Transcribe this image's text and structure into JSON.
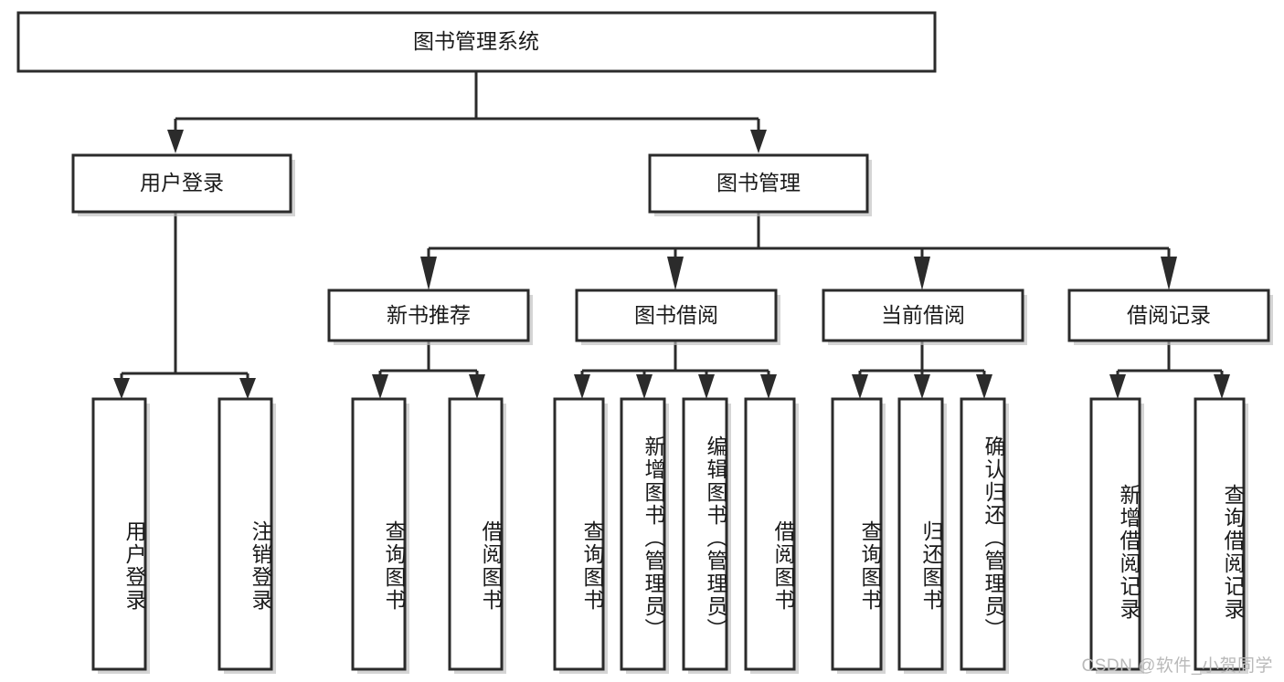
{
  "diagram": {
    "type": "tree-hierarchy-chart",
    "title": "图书管理系统",
    "colors": {
      "box_stroke": "#2b2b2b",
      "box_fill": "#ffffff",
      "connector": "#2b2b2b",
      "shadow": "#bfbfbf",
      "text": "#1a1a1a",
      "watermark": "#b9b9b9"
    },
    "root": {
      "label": "图书管理系统"
    },
    "level2": [
      {
        "label": "用户登录"
      },
      {
        "label": "图书管理"
      }
    ],
    "level3": [
      {
        "label": "新书推荐"
      },
      {
        "label": "图书借阅"
      },
      {
        "label": "当前借阅"
      },
      {
        "label": "借阅记录"
      }
    ],
    "leaves": {
      "user_login": [
        {
          "label": "用户登录"
        },
        {
          "label": "注销登录"
        }
      ],
      "new_book_recommend": [
        {
          "label": "查询图书"
        },
        {
          "label": "借阅图书"
        }
      ],
      "book_borrow": [
        {
          "label": "查询图书"
        },
        {
          "label": "新增图书（管理员）"
        },
        {
          "label": "编辑图书（管理员）"
        },
        {
          "label": "借阅图书"
        }
      ],
      "current_borrow": [
        {
          "label": "查询图书"
        },
        {
          "label": "归还图书"
        },
        {
          "label": "确认归还（管理员）"
        }
      ],
      "borrow_record": [
        {
          "label": "新增借阅记录"
        },
        {
          "label": "查询借阅记录"
        }
      ]
    }
  },
  "watermark": {
    "text": "CSDN @软件_小贺同学"
  }
}
